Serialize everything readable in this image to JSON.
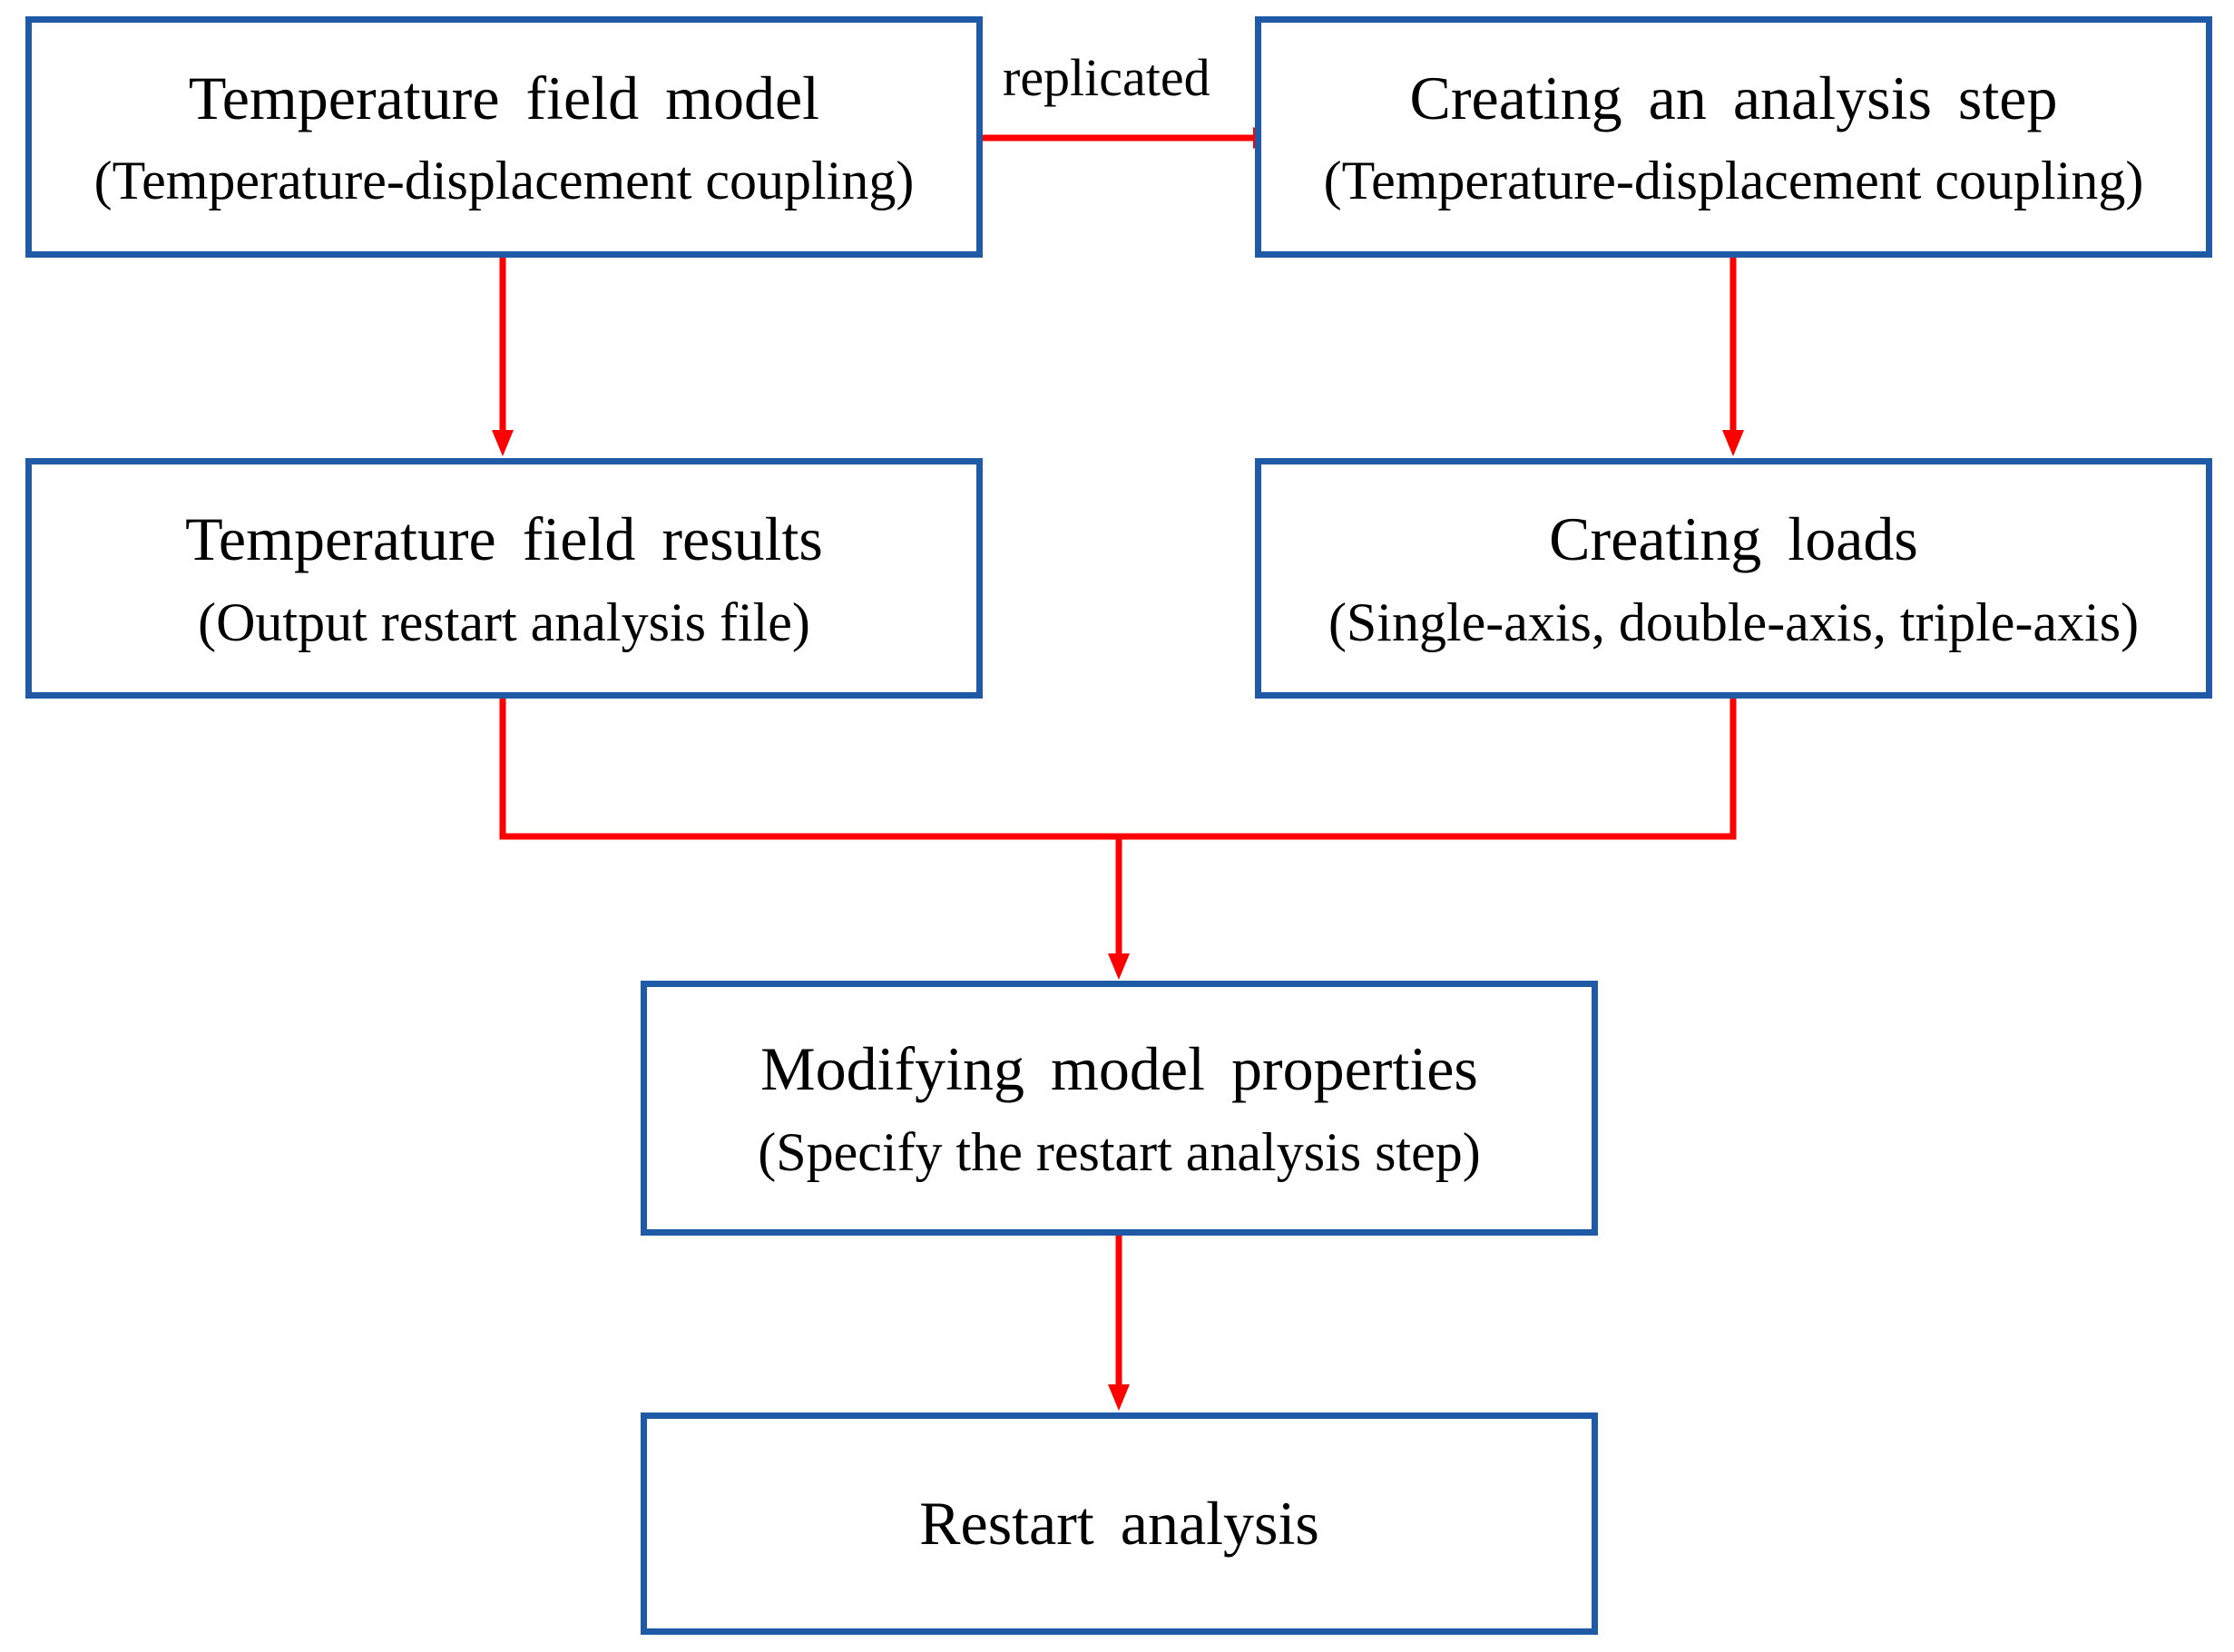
{
  "colors": {
    "box_border": "#1f5aa6",
    "arrow": "#ff0000",
    "text": "#000000"
  },
  "nodes": {
    "temp_model": {
      "title": "Temperature  field model",
      "subtitle": "(Temperature-displacement coupling)"
    },
    "create_step": {
      "title": "Creating  an  analysis  step",
      "subtitle": "(Temperature-displacement coupling)"
    },
    "temp_results": {
      "title": "Temperature  field results",
      "subtitle": "(Output restart analysis file)"
    },
    "create_loads": {
      "title": "Creating  loads",
      "subtitle": "(Single-axis, double-axis, triple-axis)"
    },
    "modify_props": {
      "title": "Modifying  model properties",
      "subtitle": "(Specify the restart analysis step)"
    },
    "restart": {
      "title": "Restart analysis"
    }
  },
  "edges": {
    "replicated": {
      "label": "replicated"
    }
  }
}
